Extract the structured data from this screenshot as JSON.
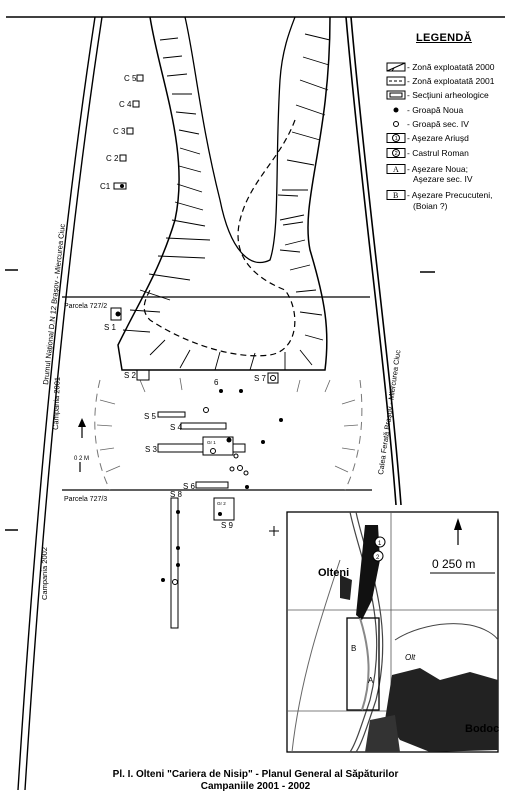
{
  "legend": {
    "title": "LEGENDĂ",
    "items": [
      {
        "symbol": "hatched-box",
        "text": "- Zonă exploatată 2000"
      },
      {
        "symbol": "dashed-box",
        "text": "- Zonă exploatată 2001"
      },
      {
        "symbol": "section-box",
        "text": "- Secţiuni arheologice"
      },
      {
        "symbol": "filled-dot",
        "text": "- Groapă Noua"
      },
      {
        "symbol": "open-dot",
        "text": "- Groapă sec. IV"
      },
      {
        "symbol": "circled-1",
        "text": "- Aşezare Ariuşd",
        "glyph": "①"
      },
      {
        "symbol": "circled-2",
        "text": "- Castrul Roman",
        "glyph": "②"
      },
      {
        "symbol": "boxed-A",
        "text": "- Aşezare Noua;",
        "text2": "Aşezare sec. IV",
        "glyph": "A"
      },
      {
        "symbol": "boxed-B",
        "text": "- Aşezare Precucuteni,",
        "text2": "(Boian ?)",
        "glyph": "B"
      }
    ]
  },
  "labels": {
    "drum": "Drumul Naţional D.N 12  Braşov - Miercurea Ciuc",
    "calea": "Calea Ferată  Braşov - Miercurea Ciuc",
    "campania2001": "Campania 2001",
    "campania2002": "Campania 2002",
    "parcela1": "Parcela 727/2",
    "parcela2": "Parcela 727/3",
    "scale": "0 2 M",
    "c5": "C 5",
    "c4": "C 4",
    "c3": "C 3",
    "c2": "C 2",
    "c1": "C1",
    "s1": "S 1",
    "s2": "S 2",
    "s3": "S 3",
    "s4": "S 4",
    "s5": "S 5",
    "s6": "S 6",
    "s7": "S 7",
    "s8": "S 8",
    "s9": "S 9",
    "pit6": "6",
    "gr1": "Gr 1",
    "gr2": "Gr 2"
  },
  "inset": {
    "olteni": "Olteni",
    "bodoc": "Bodoc",
    "scale": "0  250 m",
    "olt": "Olt",
    "markA": "A",
    "markB": "B",
    "mark1": "1",
    "mark2": "2"
  },
  "caption": {
    "line1": "Pl. I. Olteni \"Cariera de Nisip\" -  Planul General al Săpăturilor",
    "line2": "Campaniile 2001 - 2002"
  }
}
